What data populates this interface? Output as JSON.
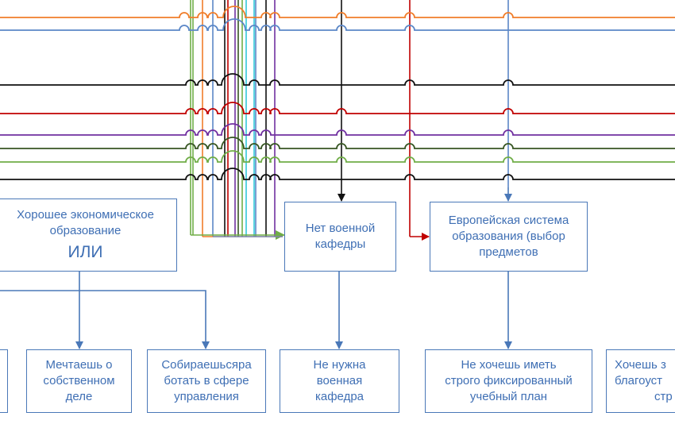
{
  "colors": {
    "box_border": "#4a78b8",
    "box_text": "#3f6fb4",
    "orange": "#f07d2a",
    "blue": "#5b87c7",
    "black": "#111111",
    "red": "#c00000",
    "purple": "#7030a0",
    "dark_green": "#375623",
    "light_green": "#70ad47",
    "cyan": "#32c8d8",
    "box_arrow": "#4a78b8"
  },
  "boxes": {
    "economics": {
      "line1": "Хорошее экономическое",
      "line2": "образование",
      "line3": "ИЛИ"
    },
    "no_military": {
      "line1": "Нет военной",
      "line2": "кафедры"
    },
    "european": {
      "line1": "Европейская система",
      "line2": "образования (выбор",
      "line3": "предметов"
    },
    "dream_business": {
      "line1": "Мечтаешь о",
      "line2": "собственном",
      "line3": "деле"
    },
    "management": {
      "line1": "Собираешьсяра",
      "line2": "ботать в сфере",
      "line3": "управления"
    },
    "no_need_military": {
      "line1": "Не нужна",
      "line2": "военная",
      "line3": "кафедра"
    },
    "no_fixed_plan": {
      "line1": "Не хочешь иметь",
      "line2": "строго фиксированный",
      "line3": "учебный план"
    },
    "want_partial": {
      "line1": "Хочешь з",
      "line2": "благоуст",
      "line3": "стр"
    }
  }
}
